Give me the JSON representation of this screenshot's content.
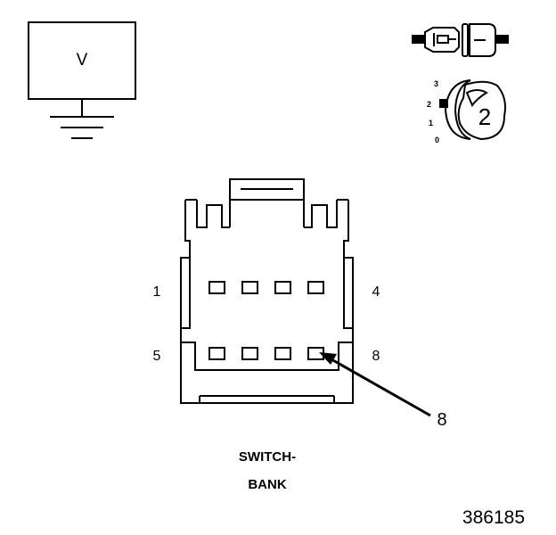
{
  "meter": {
    "label": "V"
  },
  "probe_icon": {
    "name": "probe-connector-icon"
  },
  "rotary_selector": {
    "positions": [
      "3",
      "2",
      "1",
      "0"
    ],
    "selected_value": "2"
  },
  "connector": {
    "pin_labels": {
      "top_left": "1",
      "top_right": "4",
      "bottom_left": "5",
      "bottom_right": "8"
    },
    "callout": "8",
    "name_line1": "SWITCH-",
    "name_line2": "BANK"
  },
  "figure_number": "386185"
}
